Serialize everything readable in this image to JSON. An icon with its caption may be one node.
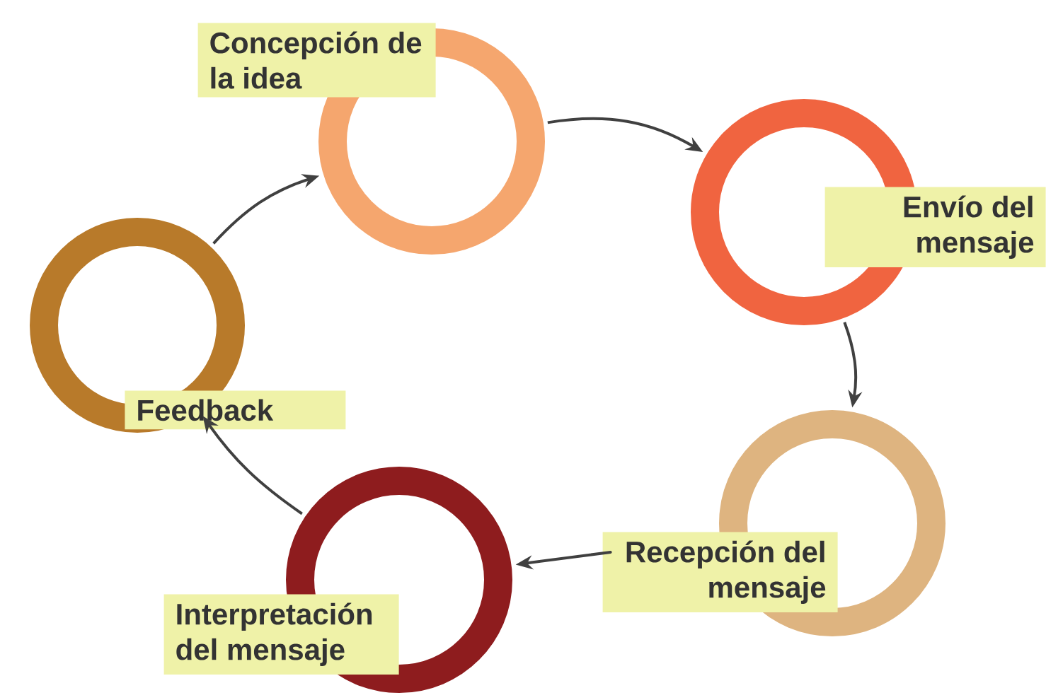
{
  "diagram": {
    "nodes": [
      {
        "text": [
          "Concepción de la idea"
        ]
      },
      {
        "text": [
          "Envío del mensaje"
        ]
      },
      {
        "text": [
          "Recepción del mensaje"
        ]
      },
      {
        "text": [
          "Interpretación del mensaje"
        ]
      },
      {
        "text": [
          "Feedback"
        ]
      }
    ],
    "edges": [
      {
        "from": 0,
        "to": 1,
        "arrow": "to"
      },
      {
        "from": 1,
        "to": 2,
        "arrow": "to"
      },
      {
        "from": 2,
        "to": 3,
        "arrow": "to"
      },
      {
        "from": 3,
        "to": 4,
        "arrow": "to"
      },
      {
        "from": 4,
        "to": 0,
        "arrow": "to"
      }
    ]
  }
}
